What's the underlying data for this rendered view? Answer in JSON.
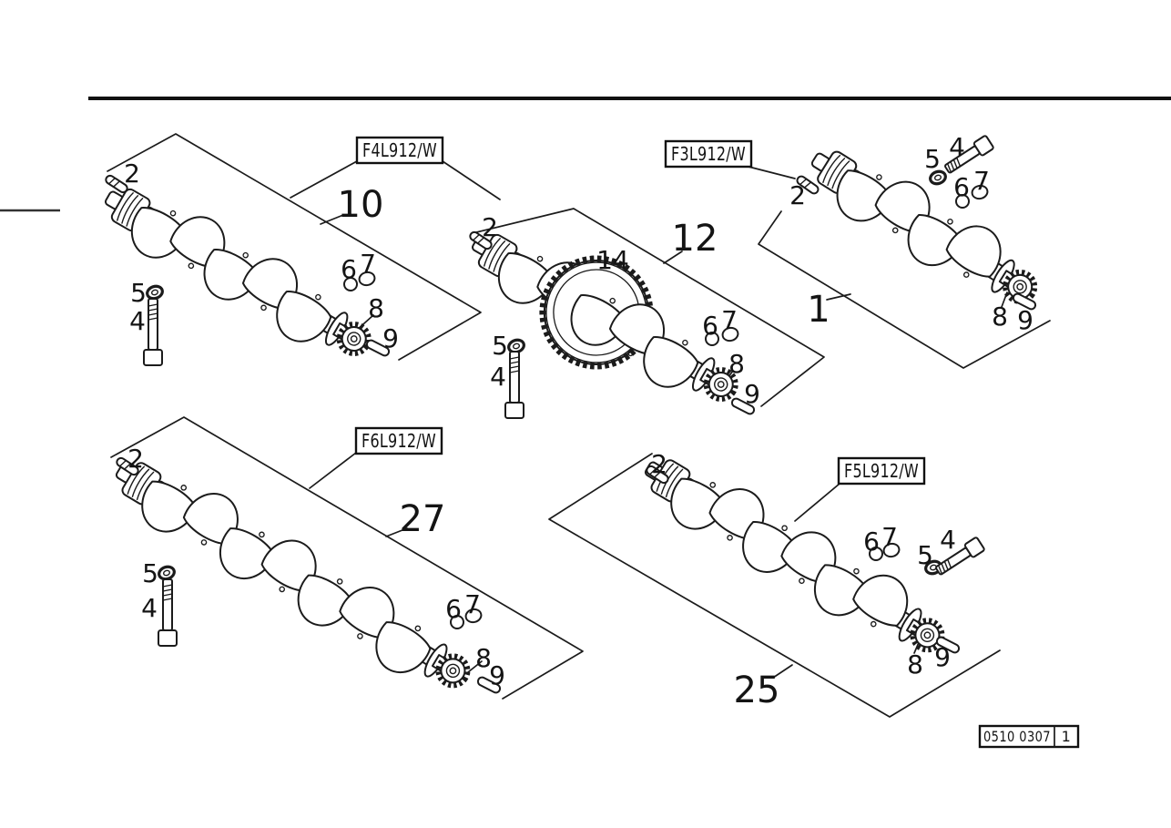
{
  "figure": {
    "subject": "crankshaft exploded parts diagram",
    "sheet_code": "0510 0307",
    "sheet_number": "1"
  },
  "model_boxes": {
    "f4l": "F4L912/W",
    "f3l": "F3L912/W",
    "f6l": "F6L912/W",
    "f5l": "F5L912/W"
  },
  "assemblies": {
    "a": {
      "number": "10",
      "callouts": {
        "c2": "2",
        "c4": "4",
        "c5": "5",
        "c6": "6",
        "c7": "7",
        "c8": "8",
        "c9": "9"
      }
    },
    "b": {
      "number": "12",
      "callouts": {
        "c2": "2",
        "c4": "4",
        "c5": "5",
        "c6": "6",
        "c7": "7",
        "c8": "8",
        "c9": "9",
        "c14": "14"
      }
    },
    "c": {
      "number": "1",
      "callouts": {
        "c2": "2",
        "c4": "4",
        "c5": "5",
        "c6": "6",
        "c7": "7",
        "c8": "8",
        "c9": "9"
      }
    },
    "d": {
      "number": "27",
      "callouts": {
        "c2": "2",
        "c4": "4",
        "c5": "5",
        "c6": "6",
        "c7": "7",
        "c8": "8",
        "c9": "9"
      }
    },
    "e": {
      "number": "25",
      "callouts": {
        "c2": "2",
        "c4": "4",
        "c5": "5",
        "c6": "6",
        "c7": "7",
        "c8": "8",
        "c9": "9"
      }
    }
  }
}
